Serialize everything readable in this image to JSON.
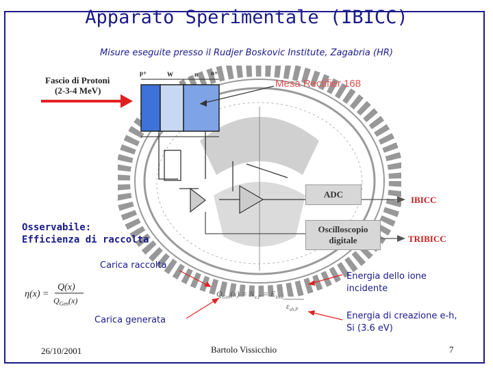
{
  "header": {
    "title": "Apparato Sperimentale (IBICC)",
    "subtitle": "Misure eseguite presso il Rudjer Boskovic Institute, Zagabria (HR)"
  },
  "diagram": {
    "beam_label_line1": "Fascio di Protoni",
    "beam_label_line2": "(2-3-4 MeV)",
    "p_label": "p+",
    "w_label": "W",
    "n_label": "n",
    "n_plus_label": "n+",
    "device_label": "Mesa Rectifier 168",
    "adc_label": "ADC",
    "ibicc_label": "IBICC",
    "osc_label_line1": "Oscilloscopio",
    "osc_label_line2": "digitale",
    "tribicc_label": "TRIBICC"
  },
  "annotations": {
    "observable_line1": "Osservabile:",
    "observable_line2": "Efficienza di raccolta",
    "charge_collected": "Carica raccolta",
    "charge_generated": "Carica generata",
    "ion_energy_line1": "Energia dello ione",
    "ion_energy_line2": "incidente",
    "eh_energy_line1": "Energia di creazione e-h,",
    "eh_energy_line2": "Si (3.6 eV)"
  },
  "footer": {
    "date": "26/10/2001",
    "author": "Bartolo Vissicchio",
    "page": "7"
  },
  "colors": {
    "accent": "#1a1a8a",
    "arrow": "#e02020"
  }
}
